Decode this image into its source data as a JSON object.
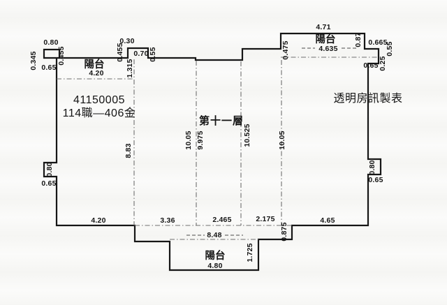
{
  "plan": {
    "unit_number": "41150005",
    "unit_code": "114職—406金",
    "floor_label": "第十一層",
    "publisher": "透明房訊製表"
  },
  "balconies": {
    "top_left": {
      "name": "陽台",
      "length": "4.20"
    },
    "top_right": {
      "name": "陽台",
      "outer_length": "4.71",
      "inner_length": "4.635"
    },
    "bottom": {
      "name": "陽台",
      "length": "4.80"
    }
  },
  "dimensions": {
    "tl_bump_width": "0.80",
    "tl_bump_left": "0.345",
    "tl_bump_right": "0.455",
    "tl_below_bump": "0.65",
    "top_step_depth": "0.30",
    "top_step_left": "0.455",
    "top_step_width": "0.70",
    "top_step_inner": "1.315",
    "top_step_right": "0.55",
    "tr_balcony_left": "0.475",
    "tr_balcony_right": "0.87",
    "tr_notch_width": "0.665",
    "tr_notch_upper": "0.55",
    "tr_notch_lower": "0.25",
    "tr_notch_bottom": "0.65",
    "left_height": "8.83",
    "center_left_height": "10.05",
    "center_left_height_inner": "9.975",
    "center_right_height": "10.525",
    "right_height": "10.05",
    "left_bump_height": "0.80",
    "left_bump_below": "0.65",
    "right_bump_height": "0.80",
    "right_bump_below": "0.65",
    "bottom_left": "4.20",
    "bottom_seg_1": "3.36",
    "bottom_seg_2": "2.465",
    "bottom_seg_3": "2.175",
    "bottom_span": "8.48",
    "bottom_right": "4.65",
    "br_step_height": "0.875",
    "bottom_balcony_right": "1.725"
  }
}
